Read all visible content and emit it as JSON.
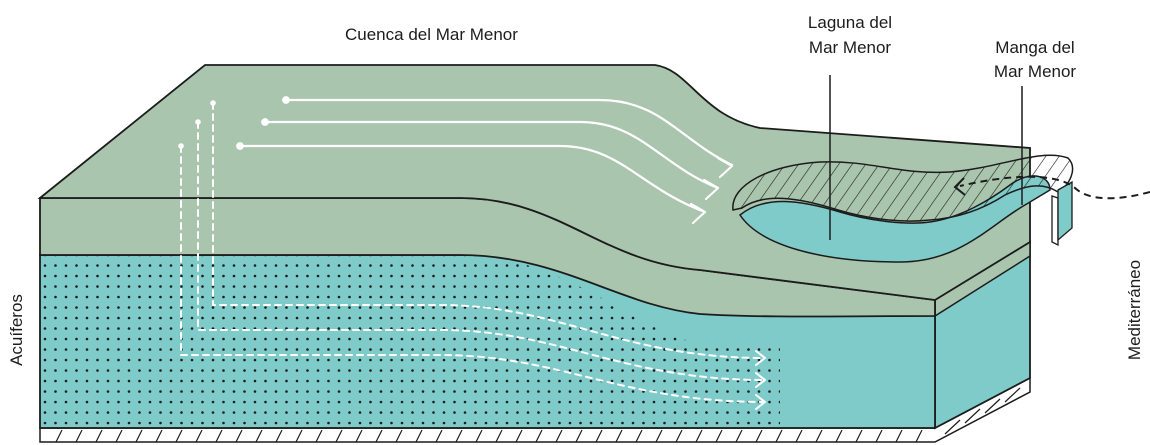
{
  "labels": {
    "basin": "Cuenca del Mar Menor",
    "lagoon_line1": "Laguna del",
    "lagoon_line2": "Mar Menor",
    "manga_line1": "Manga del",
    "manga_line2": "Mar Menor",
    "aquifers": "Acuíferos",
    "sea": "Mediterráneo"
  },
  "colors": {
    "land": "#a9c5ad",
    "water": "#7ecbc9",
    "outline": "#1c1c1c",
    "flow_arrows": "#ffffff"
  }
}
